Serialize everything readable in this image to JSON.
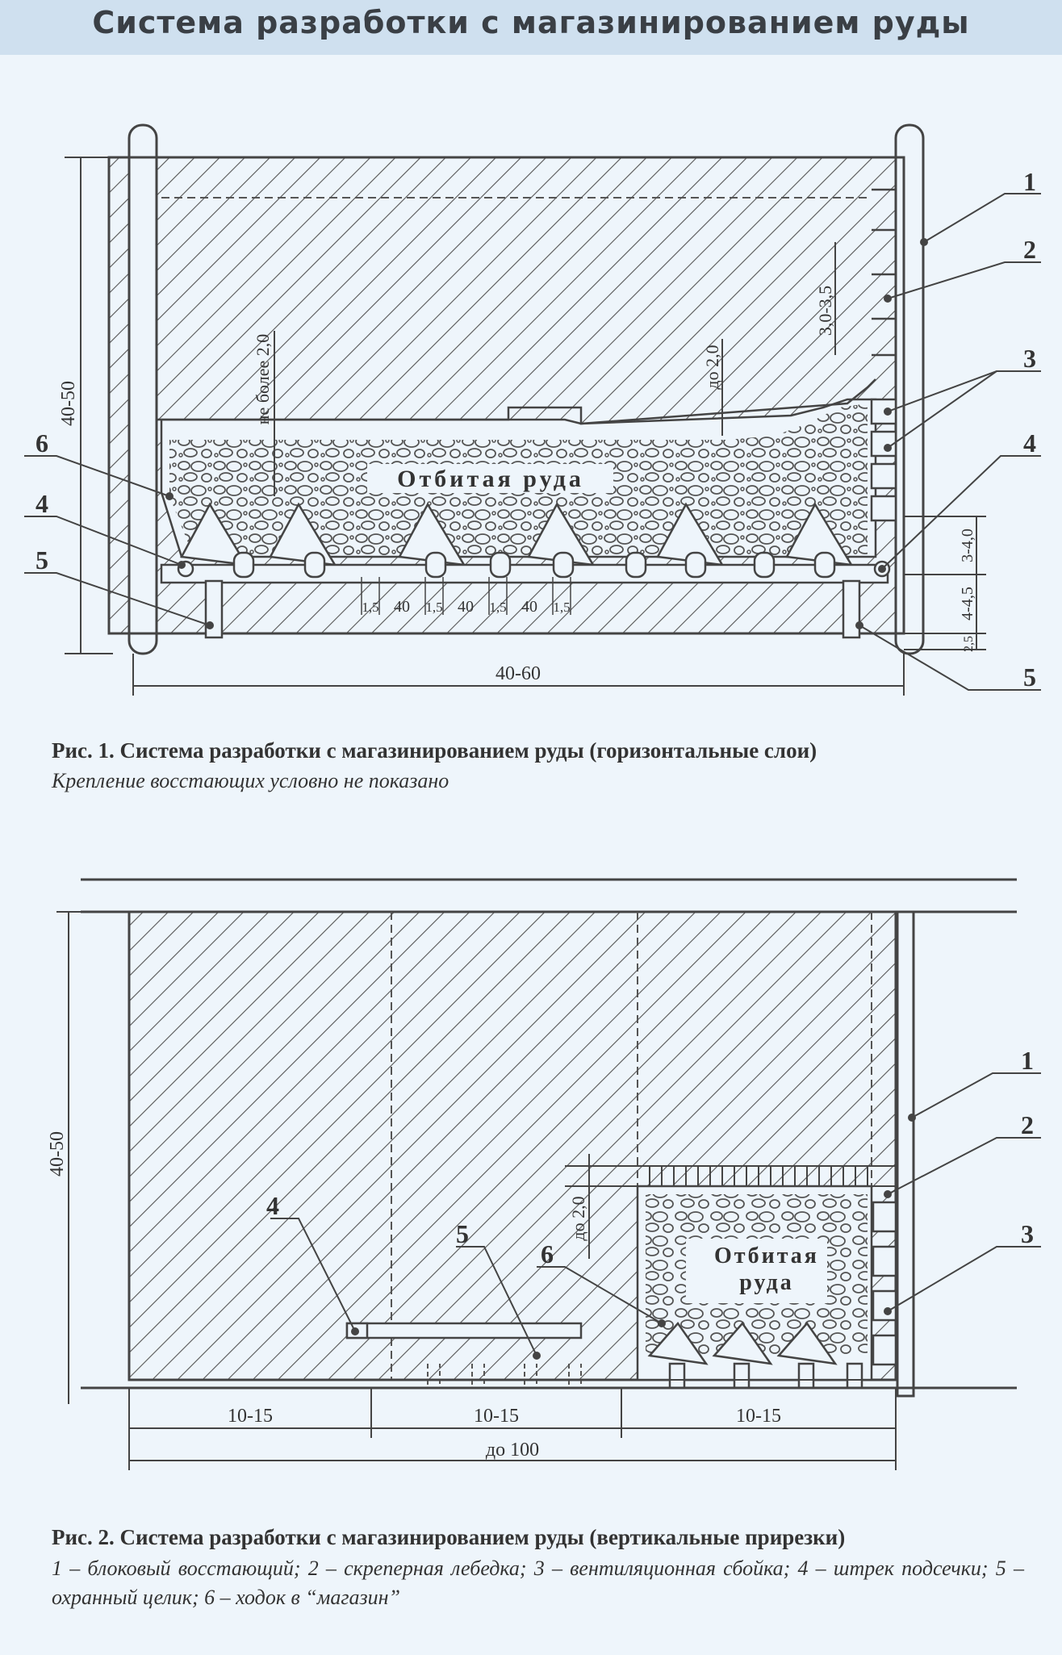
{
  "header": {
    "title": "Система разработки с магазинированием руды"
  },
  "fig1": {
    "caption": "Рис. 1. Система разработки с магазинированием руды (горизонтальные слои)",
    "note": "Крепление восстающих условно не показано",
    "ore_label": "Отбитая руда",
    "dim_height": "40-50",
    "dim_width": "40-60",
    "dim_top_gap": "не более 2,0",
    "dim_gap_to": "до 2,0",
    "dim_side": "3,0-3,5",
    "dim_r1": "3-4,0",
    "dim_r2": "4-4,5",
    "dim_r3": "2,5",
    "bottom_dims": [
      "1,5",
      "40",
      "1,5",
      "40",
      "1,5",
      "40",
      "1,5"
    ],
    "callouts": {
      "c1": "1",
      "c2": "2",
      "c3": "3",
      "c4a": "4",
      "c4b": "4",
      "c5a": "5",
      "c5b": "5",
      "c6": "6"
    }
  },
  "fig2": {
    "caption": "Рис. 2. Система разработки с магазинированием руды (вертикальные прирезки)",
    "ore_label_1": "Отбитая",
    "ore_label_2": "руда",
    "dim_height": "40-50",
    "dim_gap_to": "до 2,0",
    "dim_s1": "10-15",
    "dim_s2": "10-15",
    "dim_s3": "10-15",
    "dim_total": "до 100",
    "callouts": {
      "c1": "1",
      "c2": "2",
      "c3": "3",
      "c4": "4",
      "c5": "5",
      "c6": "6"
    }
  },
  "legend": "1 – блоковый восстающий; 2 – скреперная лебедка; 3 – вентиляционная сбойка; 4 – штрек подсечки; 5 – охранный целик; 6 – ходок в “магазин”"
}
